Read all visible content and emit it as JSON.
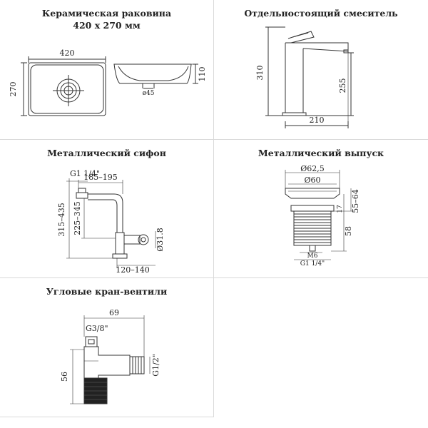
{
  "panels": {
    "sink": {
      "title_line1": "Керамическая раковина",
      "title_line2": "420 х 270 мм",
      "dim_width": "420",
      "dim_depth": "270",
      "dim_height": "110",
      "dim_drain": "ø45"
    },
    "faucet": {
      "title": "Отдельностоящий смеситель",
      "dim_height": "310",
      "dim_spout_height": "255",
      "dim_reach": "210"
    },
    "siphon": {
      "title": "Металлический сифон",
      "dim_thread": "G1 1/4\"",
      "dim_reach": "185–195",
      "dim_total_height": "315–435",
      "dim_inner_height": "225–345",
      "dim_outlet": "Ø31.8",
      "dim_depth": "120–140"
    },
    "drain": {
      "title": "Металлический выпуск",
      "dim_outer": "Ø62,5",
      "dim_inner": "Ø60",
      "dim_range": "55–64",
      "dim_gap": "17",
      "dim_length": "58",
      "dim_bolt": "M6",
      "dim_thread": "G1 1/4\""
    },
    "valve": {
      "title": "Угловые кран-вентили",
      "dim_width": "69",
      "dim_thread_in": "G3/8\"",
      "dim_height": "56",
      "dim_thread_out": "G1/2\""
    }
  },
  "colors": {
    "line": "#333333",
    "separator": "#d9d9d9",
    "background": "#ffffff"
  }
}
